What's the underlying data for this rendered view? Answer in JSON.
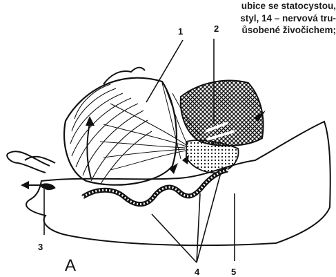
{
  "caption": {
    "lines": [
      "ubice se statocystou,",
      "styl, 14 – nervová tru-",
      "ůsobené živočichem;"
    ]
  },
  "figure": {
    "panel_label": "A",
    "labels": [
      "1",
      "2",
      "3",
      "4",
      "5"
    ]
  }
}
